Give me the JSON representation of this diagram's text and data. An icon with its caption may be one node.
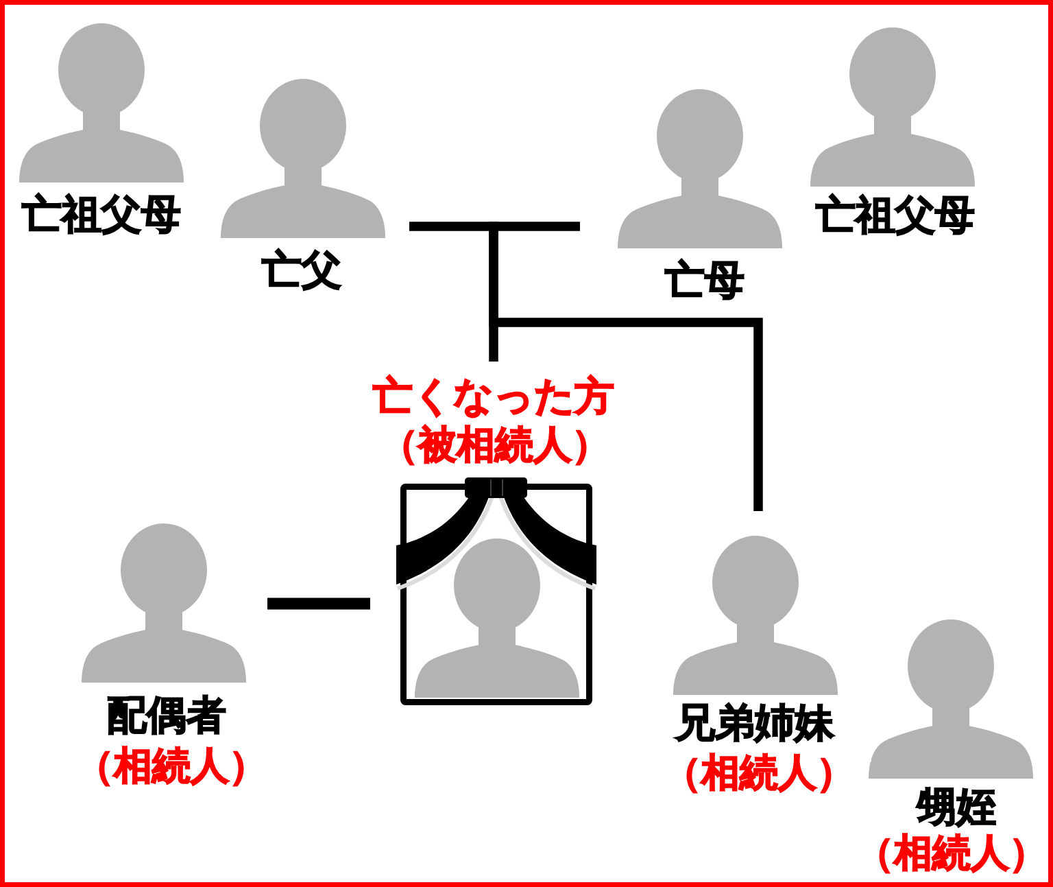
{
  "diagram": {
    "nodes": [
      {
        "text": [
          "亡祖父母"
        ]
      },
      {
        "text": [
          "亡父"
        ]
      },
      {
        "text": [
          "亡母"
        ]
      },
      {
        "text": [
          "亡祖父母"
        ]
      },
      {
        "text": [
          "亡くなった方",
          "（被相続人）"
        ]
      },
      {
        "text": [
          "配偶者",
          "（相続人）"
        ]
      },
      {
        "text": [
          "兄弟姉妹",
          "（相続人）"
        ]
      },
      {
        "text": [
          "甥姪",
          "（相続人）"
        ]
      }
    ],
    "edges": [
      {
        "from": 1,
        "to": 4,
        "arrow": "none"
      },
      {
        "from": 2,
        "to": 4,
        "arrow": "none"
      },
      {
        "from": 1,
        "to": 6,
        "arrow": "none"
      },
      {
        "from": 2,
        "to": 6,
        "arrow": "none"
      },
      {
        "from": 5,
        "to": 4,
        "arrow": "none"
      }
    ]
  }
}
